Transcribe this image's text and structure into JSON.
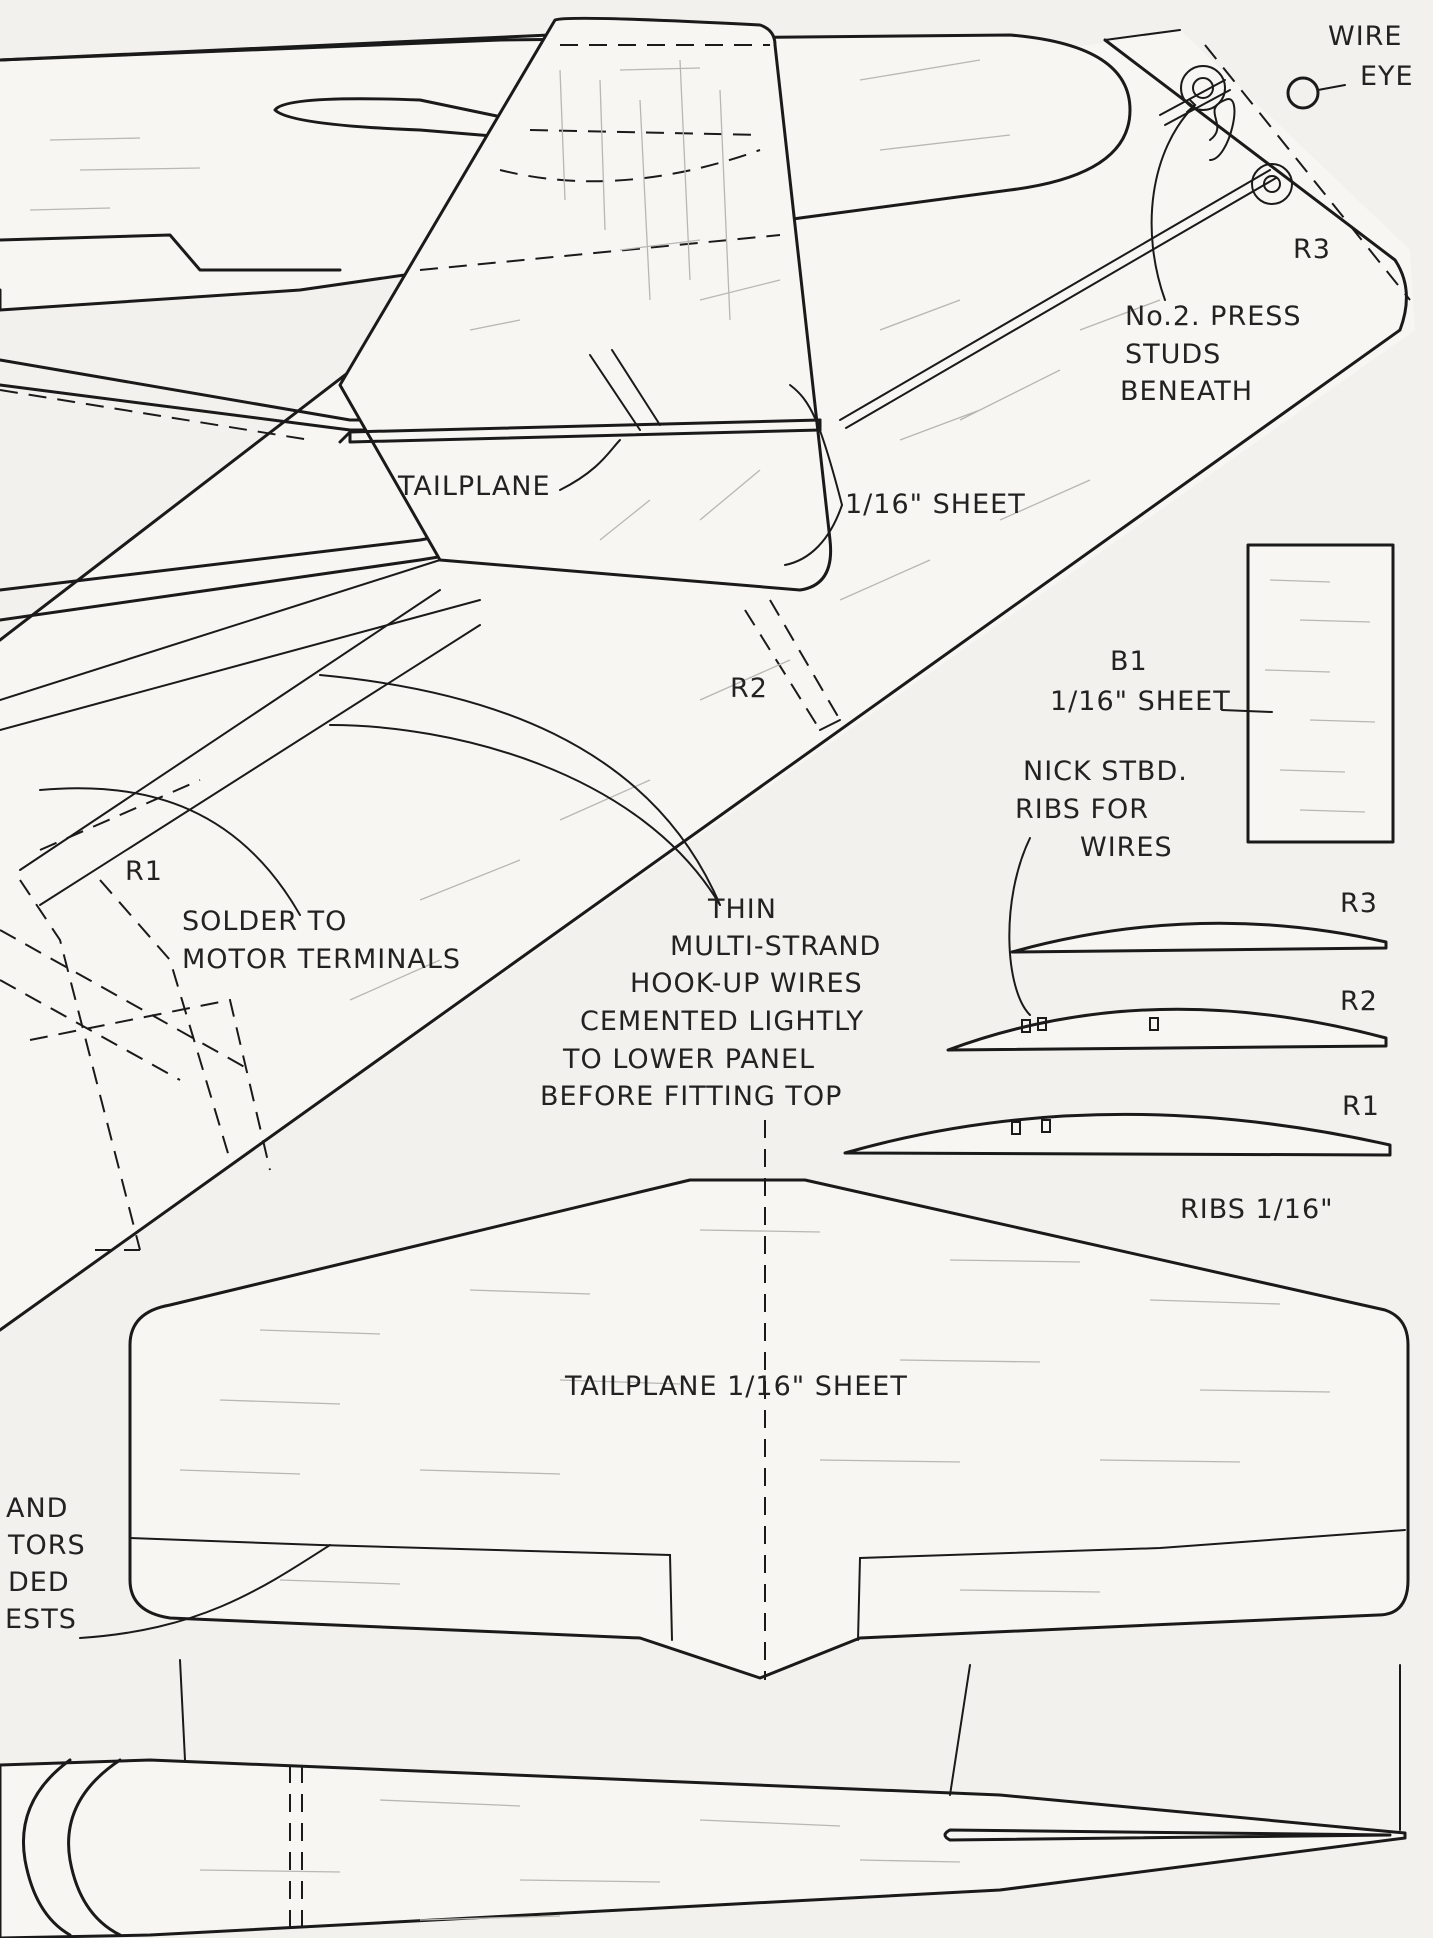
{
  "labels": {
    "wire_eye_1": "WIRE",
    "wire_eye_2": "EYE",
    "r3_fin": "R3",
    "press_studs_1": "No.2. PRESS",
    "press_studs_2": "STUDS",
    "press_studs_3": "BENEATH",
    "tailplane_leader": "TAILPLANE",
    "sheet_fin": "1/16\" SHEET",
    "b1": "B1",
    "b1_sheet": "1/16\" SHEET",
    "r2_wing": "R2",
    "nick_1": "NICK STBD.",
    "nick_2": "RIBS FOR",
    "nick_3": "WIRES",
    "r1_wing": "R1",
    "solder_1": "SOLDER TO",
    "solder_2": "MOTOR TERMINALS",
    "thin_1": "THIN",
    "thin_2": "MULTI-STRAND",
    "thin_3": "HOOK-UP WIRES",
    "thin_4": "CEMENTED LIGHTLY",
    "thin_5": "TO LOWER PANEL",
    "thin_6": "BEFORE FITTING TOP",
    "rib_r3": "R3",
    "rib_r2": "R2",
    "rib_r1": "R1",
    "ribs_note": "RIBS 1/16\"",
    "tailplane_sheet": "TAILPLANE 1/16\" SHEET",
    "cut_1": "AND",
    "cut_2": "TORS",
    "cut_3": "DED",
    "cut_4": "ESTS"
  },
  "colors": {
    "ink": "#1a1a1a",
    "paper": "#f2f1ee",
    "grain": "#b9b7b2"
  }
}
